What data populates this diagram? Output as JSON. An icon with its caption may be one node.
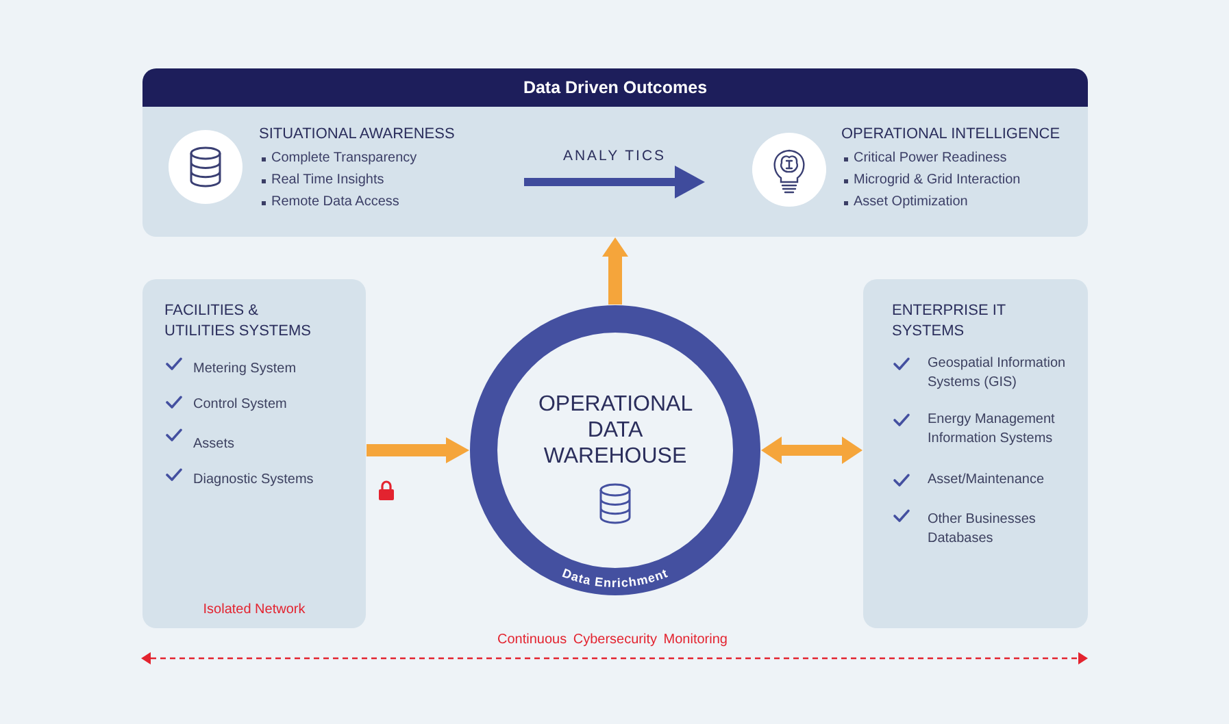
{
  "diagram": {
    "nodes": [
      {
        "text": [
          "Data Driven Outcomes"
        ]
      },
      {
        "text": [
          "SITUATIONAL AWARENESS",
          "Complete Transparency",
          "Real Time Insights",
          "Remote Data Access"
        ],
        "in": 0
      },
      {
        "text": [
          "OPERATIONAL INTELLIGENCE",
          "Critical Power Readiness",
          "Microgrid & Grid Interaction",
          "Asset Optimization"
        ],
        "in": 0
      },
      {
        "text": [
          "FACILITIES & UTILITIES SYSTEMS",
          "Metering System",
          "Control System",
          "Assets",
          "Diagnostic Systems",
          "Isolated Network"
        ]
      },
      {
        "text": [
          "OPERATIONAL DATA WAREHOUSE",
          "Data Enrichment"
        ]
      },
      {
        "text": [
          "ENTERPRISE IT SYSTEMS",
          "Geospatial Information Systems (GIS)",
          "Energy Management Information Systems",
          "Asset/Maintenance",
          "Other Businesses Databases"
        ]
      }
    ],
    "edges": [
      {
        "from": 1,
        "to": 2,
        "arrow": "to",
        "label": "ANALY TICS",
        "color": "#3f4b9c"
      },
      {
        "from": 4,
        "to": 0,
        "arrow": "to"
      },
      {
        "from": 3,
        "to": 4,
        "arrow": "to"
      },
      {
        "from": 4,
        "to": 5,
        "arrow": "both"
      }
    ],
    "labels": [
      "Continuous Cybersecurity Monitoring"
    ]
  }
}
